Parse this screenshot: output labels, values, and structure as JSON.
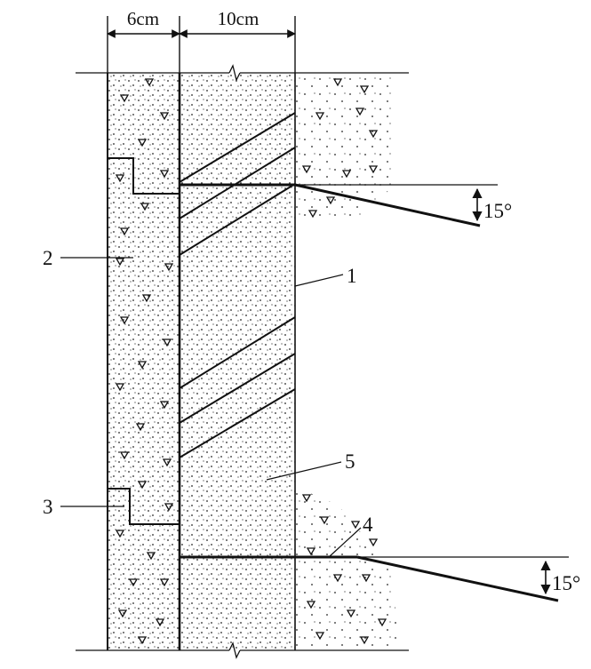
{
  "dimensions": {
    "left_width": "6cm",
    "right_width": "10cm"
  },
  "angles": {
    "upper": "15°",
    "lower": "15°"
  },
  "labels": {
    "l1": "1",
    "l2": "2",
    "l3": "3",
    "l4": "4",
    "l5": "5"
  },
  "colors": {
    "ink": "#111111",
    "background": "#ffffff"
  }
}
